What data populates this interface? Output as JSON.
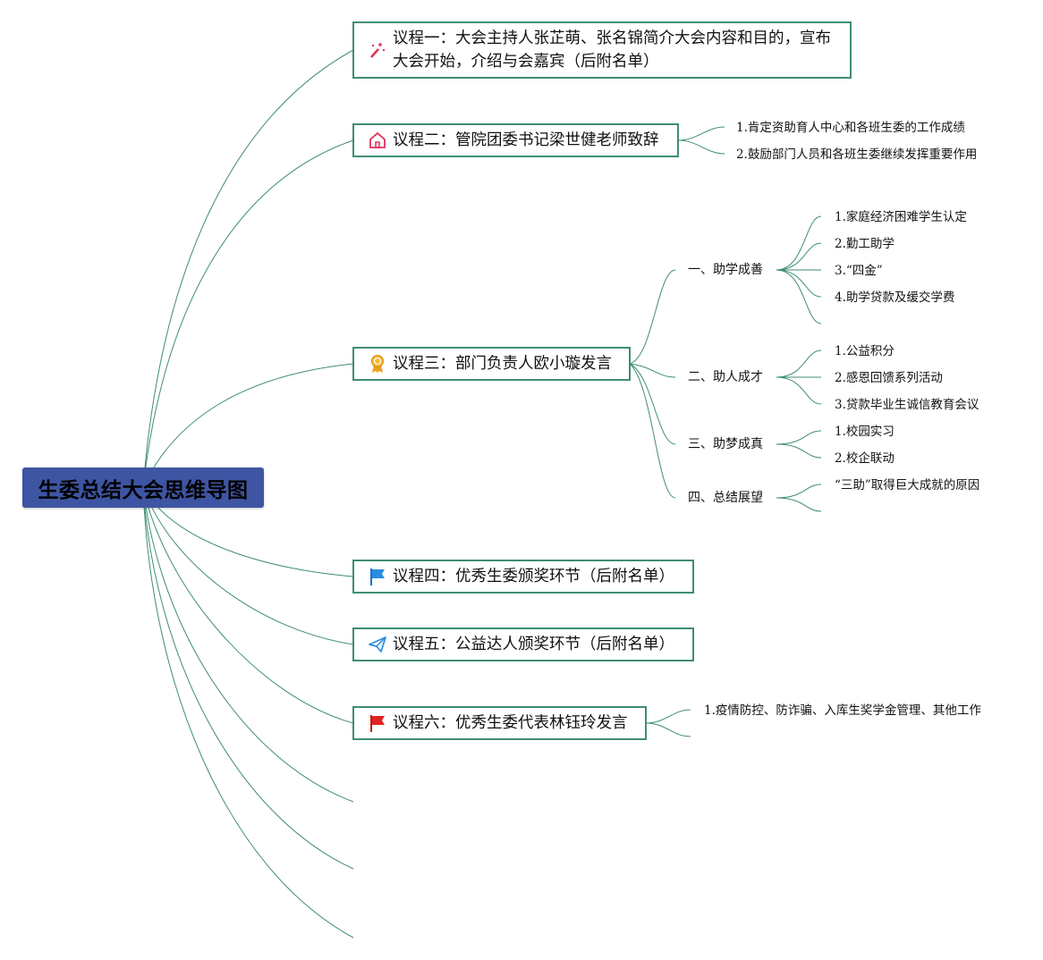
{
  "root": {
    "title": "生委总结大会思维导图"
  },
  "topics": [
    {
      "label": "议程一：大会主持人张芷萌、张名锦简介大会内容和目的，宣布大会开始，介绍与会嘉宾（后附名单）",
      "icon": "magic-wand-icon"
    },
    {
      "label": "议程二：管院团委书记梁世健老师致辞",
      "icon": "home-icon",
      "details": [
        "1.肯定资助育人中心和各班生委的工作成绩",
        "2.鼓励部门人员和各班生委继续发挥重要作用"
      ]
    },
    {
      "label": "议程三：部门负责人欧小璇发言",
      "icon": "award-ribbon-icon",
      "subtopics": [
        {
          "label": "一、助学成善",
          "details": [
            "1.家庭经济困难学生认定",
            "2.勤工助学",
            "3.“四金”",
            "4.助学贷款及缓交学费"
          ]
        },
        {
          "label": "二、助人成才",
          "details": [
            "1.公益积分",
            "2.感恩回馈系列活动",
            "3.贷款毕业生诚信教育会议"
          ]
        },
        {
          "label": "三、助梦成真",
          "details": [
            "1.校园实习",
            "2.校企联动"
          ]
        },
        {
          "label": "四、总结展望",
          "details": [
            "“三助”取得巨大成就的原因"
          ]
        }
      ]
    },
    {
      "label": "议程四：优秀生委颁奖环节（后附名单）",
      "icon": "blue-flag-icon"
    },
    {
      "label": "议程五：公益达人颁奖环节（后附名单）",
      "icon": "paper-plane-icon"
    },
    {
      "label": "议程六：优秀生委代表林钰玲发言",
      "icon": "red-flag-icon",
      "details": [
        "1.疫情防控、防诈骗、入库生奖学金管理、其他工作"
      ]
    }
  ],
  "colors": {
    "root_fill": "#3e55a3",
    "border": "#3f8c78",
    "line": "#3f8c78",
    "background": "#ffffff"
  }
}
